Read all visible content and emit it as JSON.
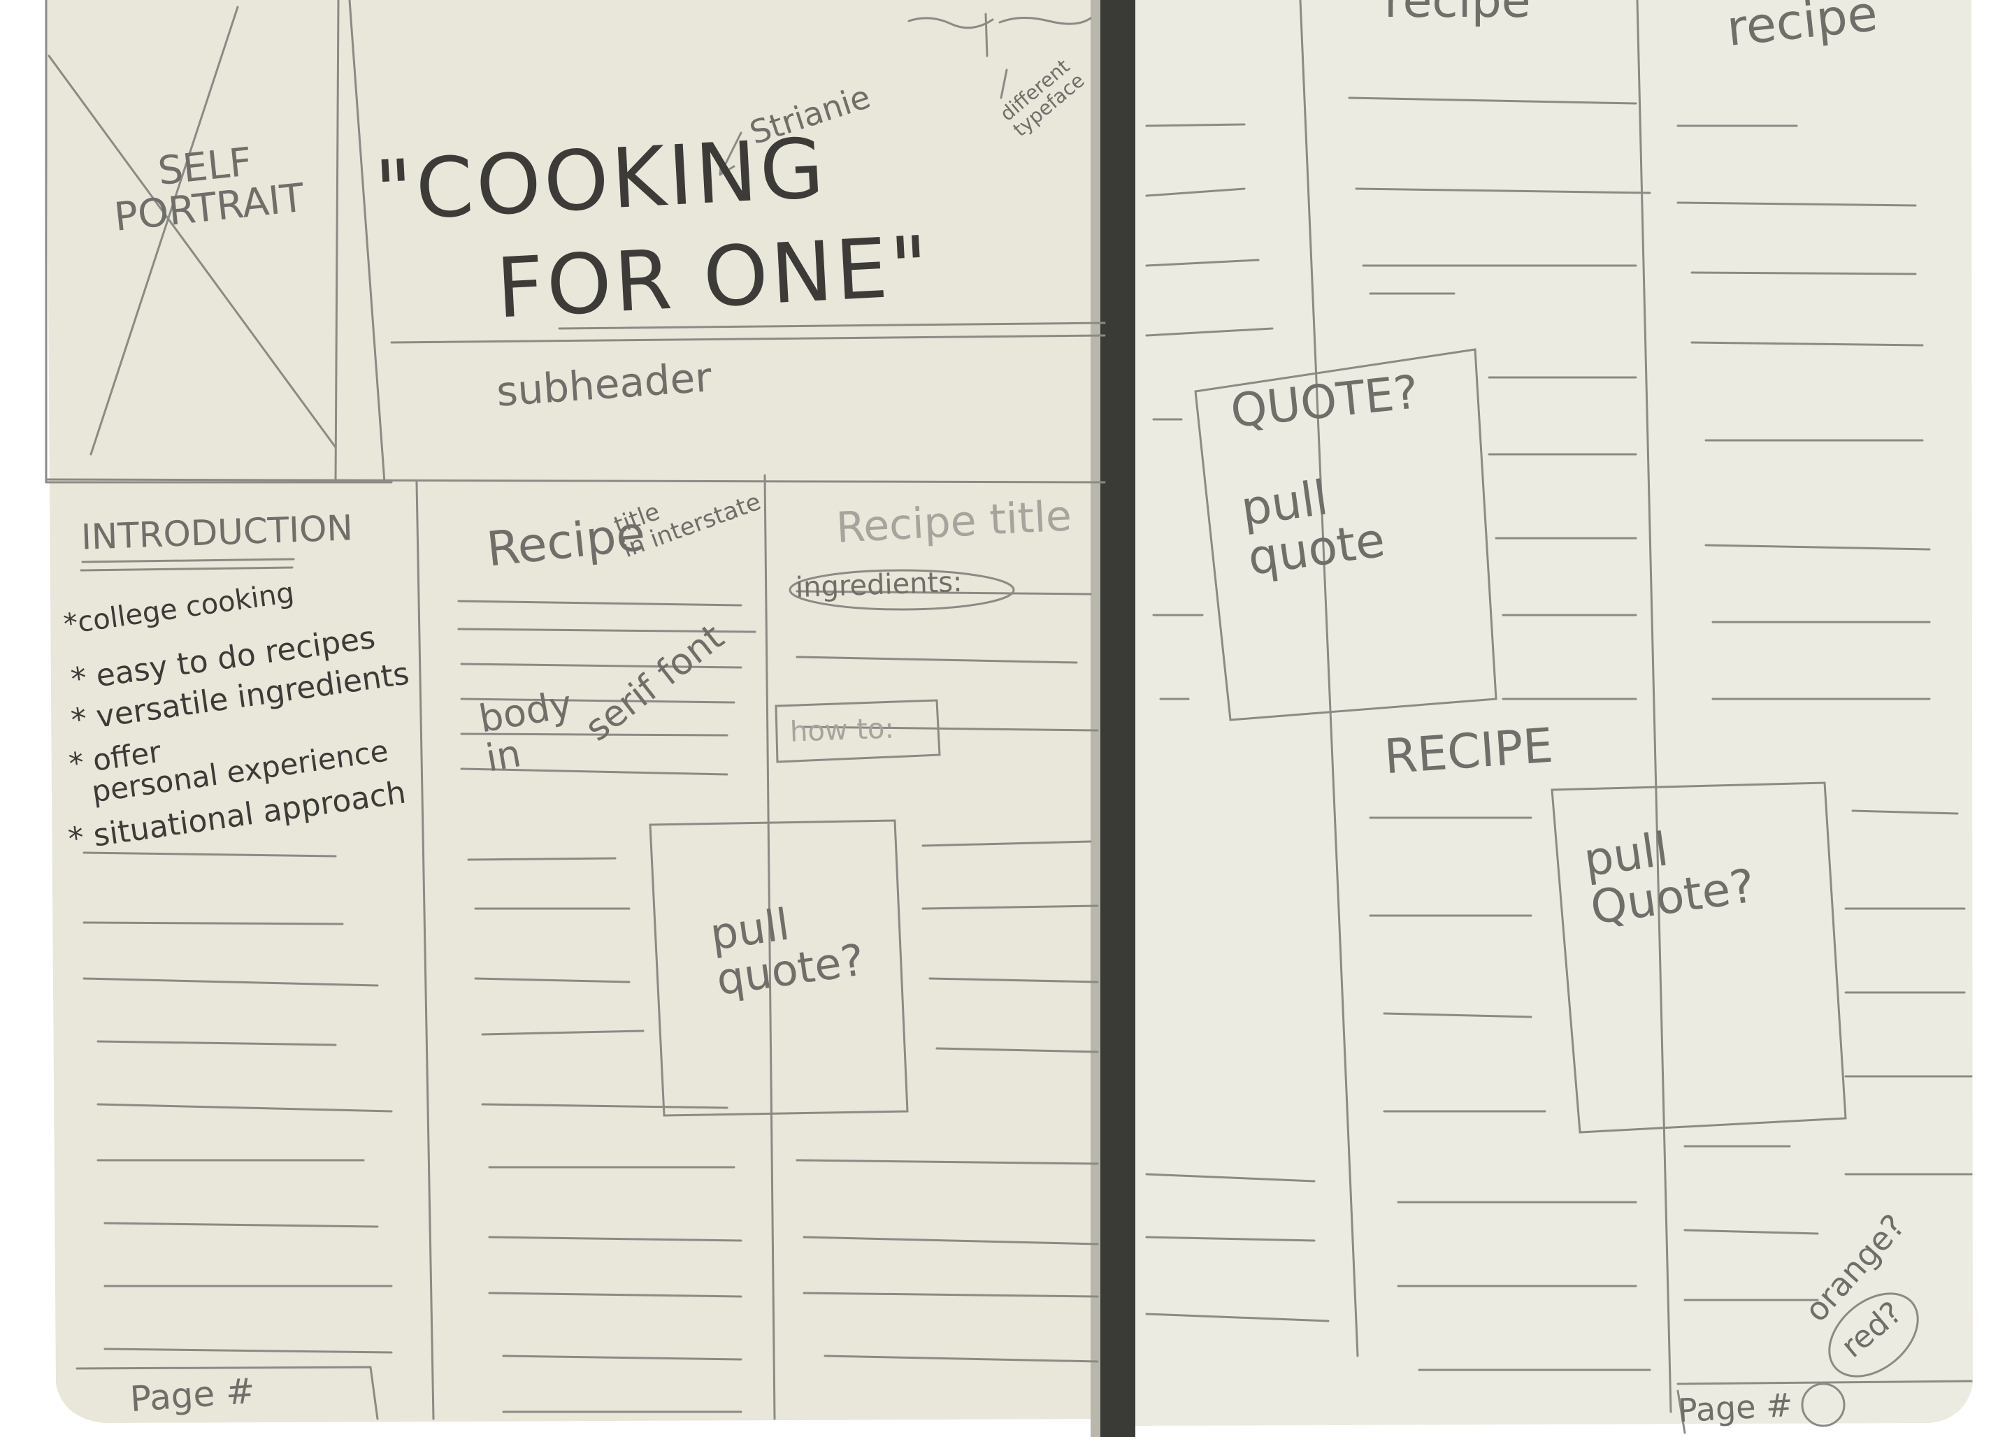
{
  "colors": {
    "background": "#ffffff",
    "paper_left": "#e9e6da",
    "paper_right": "#ecebe2",
    "gutter": "#3a3a37",
    "pencil": "#8b8a84",
    "pencil_dark": "#3c3b37"
  },
  "left_page": {
    "portrait_label": "SELF\nPORTRAIT",
    "title": "\"COOKING\n    FOR ONE\"",
    "title_font_note": "Strianie",
    "top_note": "different\ntypeface",
    "subheader": "subheader",
    "introduction_heading": "INTRODUCTION",
    "introduction_items": [
      "*college cooking",
      "* easy to do recipes",
      "* versatile ingredients",
      "* offer\n  personal experience",
      "* situational approach"
    ],
    "recipe_title_1": "Recipe",
    "recipe_title_note": "title\nin interstate",
    "body_label": "body\nin",
    "body_font_note": "serif font",
    "recipe_title_2": "Recipe title",
    "ingredients_label": "ingredients:",
    "howto_label": "how to:",
    "pull_quote_1": "pull\nquote?",
    "page_number": "Page #"
  },
  "right_page": {
    "recipe_label_1": "recipe",
    "recipe_label_2": "recipe",
    "quote_box_title": "QUOTE?",
    "quote_box_text": "pull\nquote",
    "recipe_label_3": "RECIPE",
    "pull_quote_2": "pull\nQuote?",
    "color_note_1": "orange?",
    "color_note_2": "red?",
    "page_number": "Page #"
  }
}
